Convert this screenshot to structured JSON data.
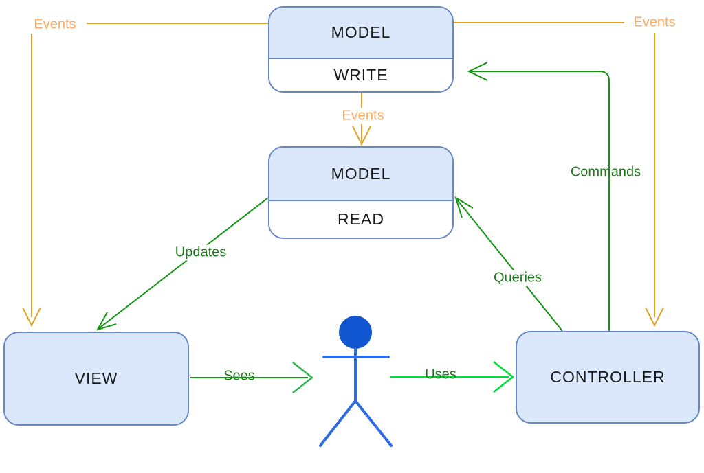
{
  "diagram": {
    "title": "CQRS / MVC architecture diagram",
    "nodes": {
      "model_write": {
        "title": "MODEL",
        "subtitle": "WRITE"
      },
      "model_read": {
        "title": "MODEL",
        "subtitle": "READ"
      },
      "view": {
        "label": "VIEW"
      },
      "controller": {
        "label": "CONTROLLER"
      },
      "user": {
        "icon": "person-stick-figure"
      }
    },
    "edges": {
      "events_left": {
        "label": "Events",
        "from": "model-write",
        "to": "view",
        "color": "orange"
      },
      "events_right": {
        "label": "Events",
        "from": "model-write",
        "to": "controller",
        "color": "orange"
      },
      "events_mid": {
        "label": "Events",
        "from": "model-write",
        "to": "model-read",
        "color": "orange"
      },
      "updates": {
        "label": "Updates",
        "from": "model-read",
        "to": "view",
        "color": "green"
      },
      "queries": {
        "label": "Queries",
        "from": "controller",
        "to": "model-read",
        "color": "green"
      },
      "commands": {
        "label": "Commands",
        "from": "controller",
        "to": "model-write",
        "color": "green"
      },
      "sees": {
        "label": "Sees",
        "from": "view",
        "to": "user",
        "color": "green"
      },
      "uses": {
        "label": "Uses",
        "from": "user",
        "to": "controller",
        "color": "bright-green"
      }
    }
  },
  "colors": {
    "orange_line": "#dfa126",
    "orange_text": "#fbab63",
    "green_line": "#149614",
    "green_text": "#1d7a1d",
    "green_mid": "#2db84d",
    "green_bright": "#00e03c",
    "node_fill": "#dbe8fb",
    "node_border": "#6688c4",
    "node_text": "#1a1a1a",
    "figure_head": "#1157d1",
    "figure_line": "#2e6be4",
    "canvas_bg": "#ffffff"
  }
}
